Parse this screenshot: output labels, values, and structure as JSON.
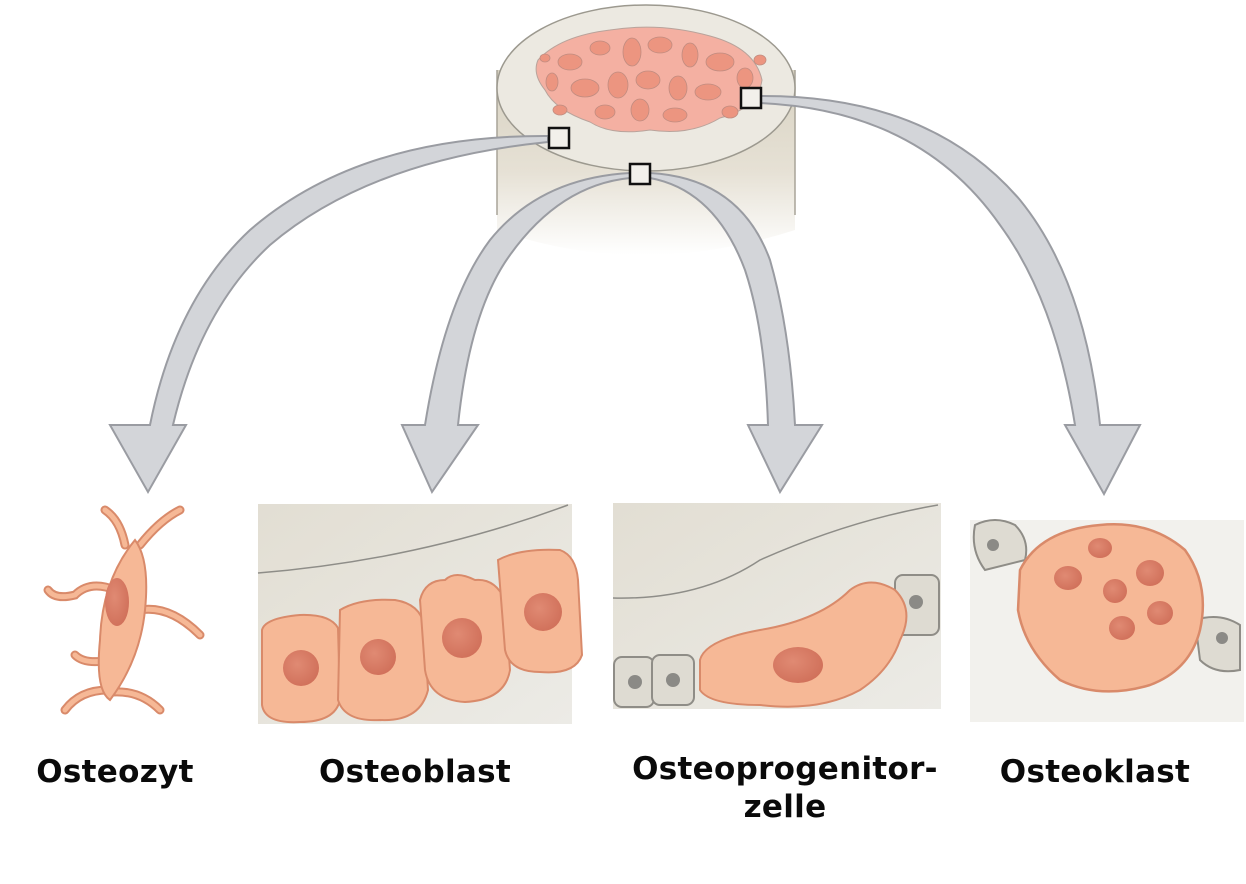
{
  "diagram": {
    "subject": "bone cross-section with four bone cell types",
    "source_region": "bone-cylinder",
    "colors": {
      "bone": "#e9e6dd",
      "bone_side": "#d9d4c6",
      "spongy_bone": "#f0a596",
      "cell_body": "#f6b896",
      "cell_outline": "#d98a6a",
      "nucleus": "#d87c66",
      "arrow_fill": "#d3d5d9",
      "arrow_stroke": "#9a9ca2"
    },
    "cells": [
      {
        "id": "osteozyt",
        "label": "Osteozyt",
        "icon": "osteocyte-icon"
      },
      {
        "id": "osteoblast",
        "label": "Osteoblast",
        "icon": "osteoblast-icon"
      },
      {
        "id": "progenitor",
        "label": "Osteoprogenitor-",
        "label_line2": "zelle",
        "icon": "osteoprogenitor-icon"
      },
      {
        "id": "osteoklast",
        "label": "Osteoklast",
        "icon": "osteoclast-icon"
      }
    ]
  }
}
